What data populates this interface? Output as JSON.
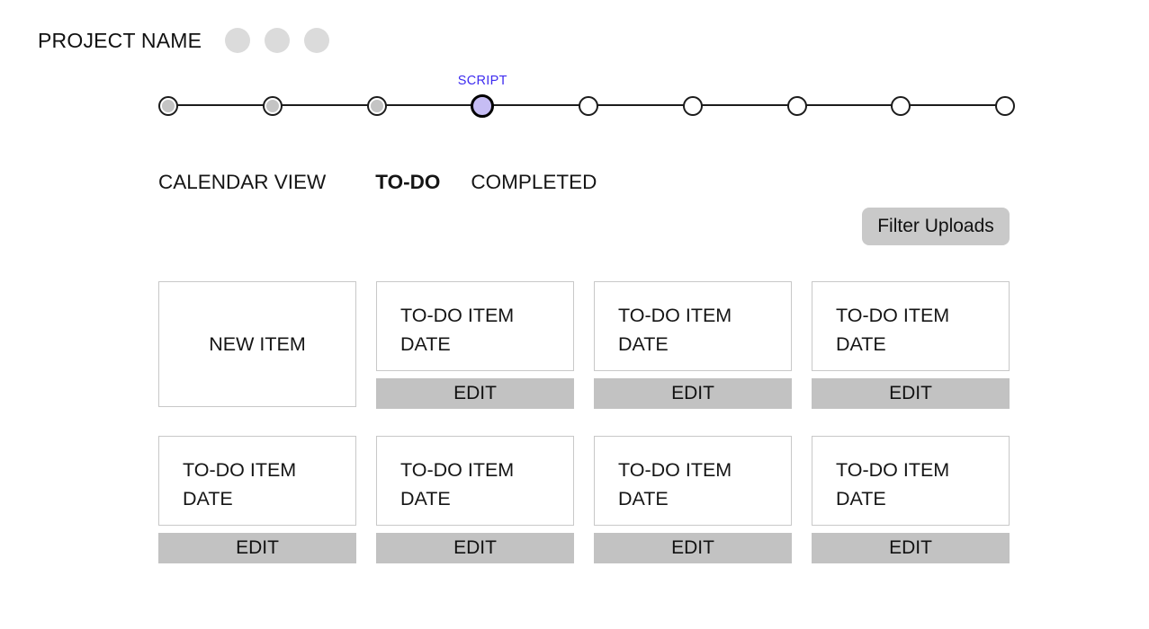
{
  "header": {
    "project_name": "PROJECT NAME",
    "dot_count": 3
  },
  "stepper": {
    "active_step_label": "SCRIPT",
    "steps": [
      {
        "state": "completed"
      },
      {
        "state": "completed"
      },
      {
        "state": "completed"
      },
      {
        "state": "active",
        "label": "SCRIPT"
      },
      {
        "state": "upcoming"
      },
      {
        "state": "upcoming"
      },
      {
        "state": "upcoming"
      },
      {
        "state": "upcoming"
      },
      {
        "state": "upcoming"
      }
    ]
  },
  "tabs": [
    {
      "id": "calendar-view",
      "label": "CALENDAR VIEW",
      "active": false
    },
    {
      "id": "to-do",
      "label": "TO-DO",
      "active": true
    },
    {
      "id": "completed",
      "label": "COMPLETED",
      "active": false
    }
  ],
  "toolbar": {
    "filter_button_label": "Filter Uploads"
  },
  "board": {
    "new_item_label": "NEW ITEM",
    "edit_button_label": "EDIT",
    "todo_cards": [
      {
        "title": "TO-DO ITEM",
        "date": "DATE"
      },
      {
        "title": "TO-DO ITEM",
        "date": "DATE"
      },
      {
        "title": "TO-DO ITEM",
        "date": "DATE"
      },
      {
        "title": "TO-DO ITEM",
        "date": "DATE"
      },
      {
        "title": "TO-DO ITEM",
        "date": "DATE"
      },
      {
        "title": "TO-DO ITEM",
        "date": "DATE"
      },
      {
        "title": "TO-DO ITEM",
        "date": "DATE"
      }
    ]
  },
  "colors": {
    "label_color": "#3e2cf0",
    "active_fill": "#c6bdf4",
    "completed_fill": "#c4c4c4",
    "edit_bg": "#c2c2c2",
    "button_bg": "#c9c9c9",
    "dot_bg": "#dbdbdb",
    "card_border": "#c8c8c8"
  }
}
